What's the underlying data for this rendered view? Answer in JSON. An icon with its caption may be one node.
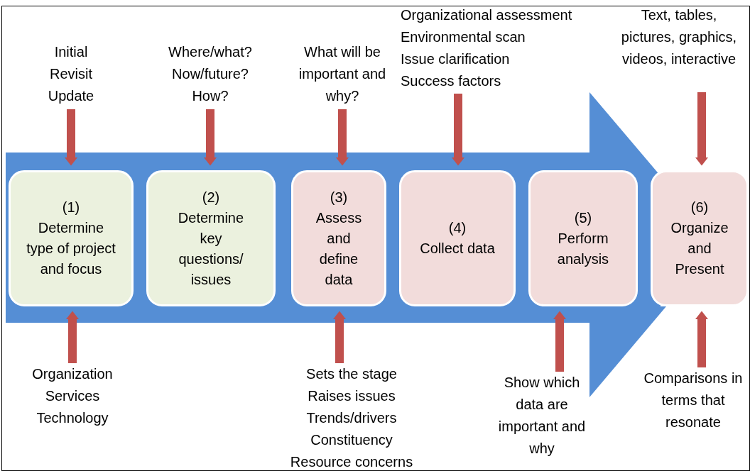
{
  "diagram": {
    "nodes": [
      {
        "text": [],
        "shape": "arrow"
      },
      {
        "text": [
          "(1)",
          "Determine type of project and focus"
        ],
        "in": 0
      },
      {
        "text": [
          "(2)",
          "Determine key questions/ issues"
        ],
        "in": 0
      },
      {
        "text": [
          "(3)",
          "Assess and define data"
        ],
        "in": 0
      },
      {
        "text": [
          "(4)",
          "Collect data"
        ],
        "in": 0
      },
      {
        "text": [
          "(5)",
          "Perform analysis"
        ],
        "in": 0
      },
      {
        "text": [
          "(6)",
          "Organize and Present"
        ]
      },
      {
        "text": [
          "Initial",
          "Revisit",
          "Update"
        ]
      },
      {
        "text": [
          "Where/what?",
          "Now/future?",
          "How?"
        ]
      },
      {
        "text": [
          "What will be important and why?"
        ]
      },
      {
        "text": [
          "Organizational assessment",
          "Environmental scan",
          "Issue clarification",
          "Success factors"
        ]
      },
      {
        "text": [
          "Text, tables, pictures, graphics, videos, interactive"
        ]
      },
      {
        "text": [
          "Organization",
          "Services",
          "Technology"
        ]
      },
      {
        "text": [
          "Sets the stage",
          "Raises issues",
          "Trends/drivers",
          "Constituency",
          "Resource concerns"
        ]
      },
      {
        "text": [
          "Show which data are important and why"
        ]
      },
      {
        "text": [
          "Comparisons in terms that resonate"
        ]
      }
    ],
    "edges": [
      {
        "from": 7,
        "to": 1,
        "arrow": "to"
      },
      {
        "from": 8,
        "to": 2,
        "arrow": "to"
      },
      {
        "from": 9,
        "to": 3,
        "arrow": "to"
      },
      {
        "from": 10,
        "to": 4,
        "arrow": "to"
      },
      {
        "from": 11,
        "to": 6,
        "arrow": "to"
      },
      {
        "from": 12,
        "to": 1,
        "arrow": "to"
      },
      {
        "from": 13,
        "to": 3,
        "arrow": "to"
      },
      {
        "from": 14,
        "to": 5,
        "arrow": "to"
      },
      {
        "from": 15,
        "to": 6,
        "arrow": "to"
      }
    ]
  }
}
